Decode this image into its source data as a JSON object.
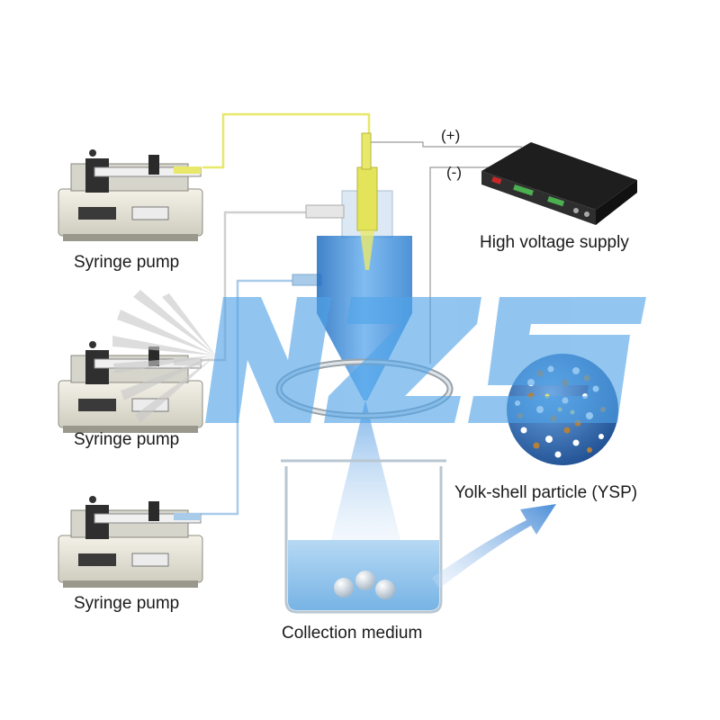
{
  "labels": {
    "pump_top": "Syringe pump",
    "pump_middle": "Syringe pump",
    "pump_bottom": "Syringe pump",
    "high_voltage": "High voltage supply",
    "positive": "(+)",
    "negative": "(-)",
    "ysp": "Yolk-shell particle (YSP)",
    "collection": "Collection medium"
  },
  "watermark_text": "NZS",
  "icons": {
    "pump": "syringe-pump-icon",
    "nozzle": "coaxial-nozzle-icon",
    "ring": "ring-electrode-icon",
    "beaker": "beaker-icon",
    "psu": "power-supply-icon",
    "particle": "yolk-shell-particle-icon",
    "arrow": "curved-arrow-icon"
  },
  "colors": {
    "tube_yellow": "#e8e86a",
    "tube_gray": "#c8c8c8",
    "tube_blue": "#9cc4e8",
    "nozzle_blue": "#3f8fd6",
    "watermark_blue": "#4fa3e8",
    "particle_blue": "#2f6fb6"
  }
}
